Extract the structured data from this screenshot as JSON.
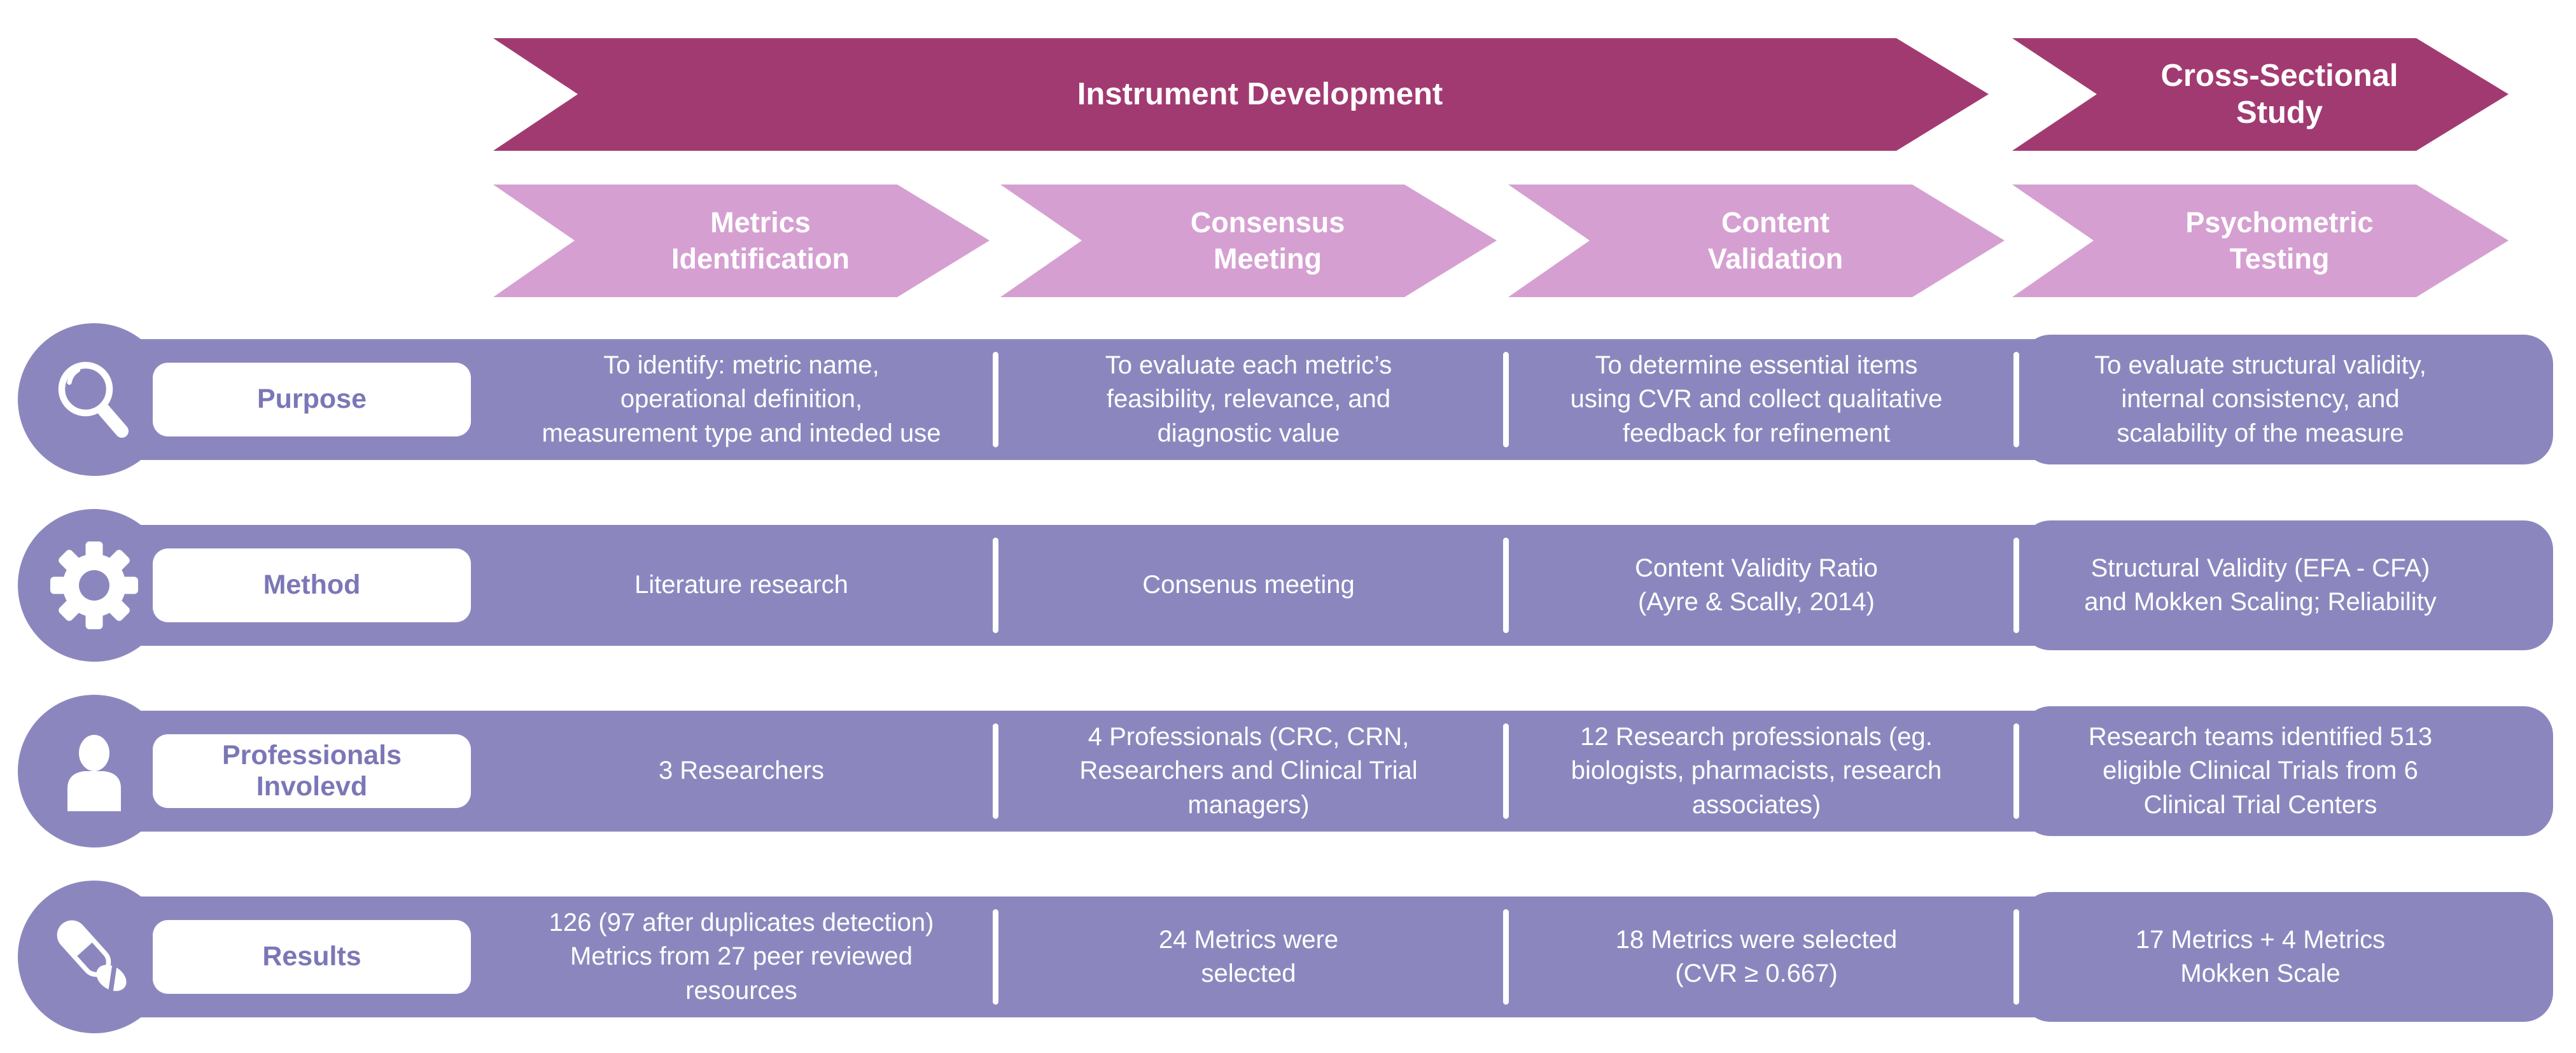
{
  "colors": {
    "dark_magenta": "#A23A72",
    "light_pink": "#D5A0D1",
    "purple_band": "#8B87BE",
    "label_text": "#7B77B6",
    "cell_text": "#FFFFFF"
  },
  "top_arrows": [
    {
      "label": "Instrument Development"
    },
    {
      "label": "Cross-Sectional\nStudy"
    }
  ],
  "stage_arrows": [
    {
      "label": "Metrics\nIdentification"
    },
    {
      "label": "Consensus\nMeeting"
    },
    {
      "label": "Content\nValidation"
    },
    {
      "label": "Psychometric\nTesting"
    }
  ],
  "rows": [
    {
      "label": "Purpose",
      "icon": "magnifier-icon",
      "cells": [
        "To identify: metric name,\noperational definition,\nmeasurement type and inteded use",
        "To evaluate each metric’s\nfeasibility, relevance, and\ndiagnostic value",
        "To determine essential items\nusing CVR and collect qualitative\nfeedback for refinement",
        "To evaluate structural validity,\ninternal consistency, and\nscalability of the measure"
      ]
    },
    {
      "label": "Method",
      "icon": "gear-icon",
      "cells": [
        "Literature research",
        "Consenus meeting",
        "Content Validity Ratio\n(Ayre & Scally, 2014)",
        "Structural Validity (EFA - CFA)\nand Mokken Scaling; Reliability"
      ]
    },
    {
      "label": "Professionals\nInvolevd",
      "icon": "person-icon",
      "cells": [
        "3 Researchers",
        "4 Professionals (CRC, CRN,\nResearchers and Clinical Trial\nmanagers)",
        "12 Research professionals (eg.\nbiologists, pharmacists, research\nassociates)",
        "Research teams identified 513\neligible Clinical Trials from 6\nClinical Trial Centers"
      ]
    },
    {
      "label": "Results",
      "icon": "pills-icon",
      "cells": [
        "126 (97 after duplicates detection)\nMetrics from 27 peer reviewed\nresources",
        "24 Metrics were\nselected",
        "18 Metrics were selected\n(CVR ≥ 0.667)",
        "17 Metrics + 4 Metrics\nMokken Scale"
      ]
    }
  ]
}
